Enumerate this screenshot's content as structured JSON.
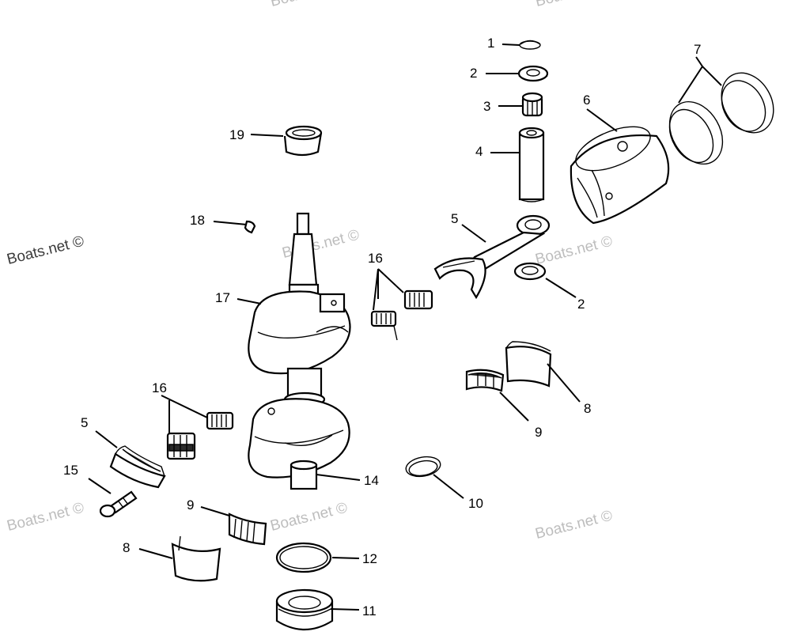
{
  "watermarks": {
    "main": "Boats.net ©",
    "faint": "Boats.net ©"
  },
  "callouts": {
    "c1": "1",
    "c2a": "2",
    "c2b": "2",
    "c3": "3",
    "c4": "4",
    "c5a": "5",
    "c5b": "5",
    "c6": "6",
    "c7": "7",
    "c8a": "8",
    "c8b": "8",
    "c9a": "9",
    "c9b": "9",
    "c10": "10",
    "c11": "11",
    "c12": "12",
    "c14": "14",
    "c15": "15",
    "c16a": "16",
    "c16b": "16",
    "c17": "17",
    "c18": "18",
    "c19": "19"
  }
}
